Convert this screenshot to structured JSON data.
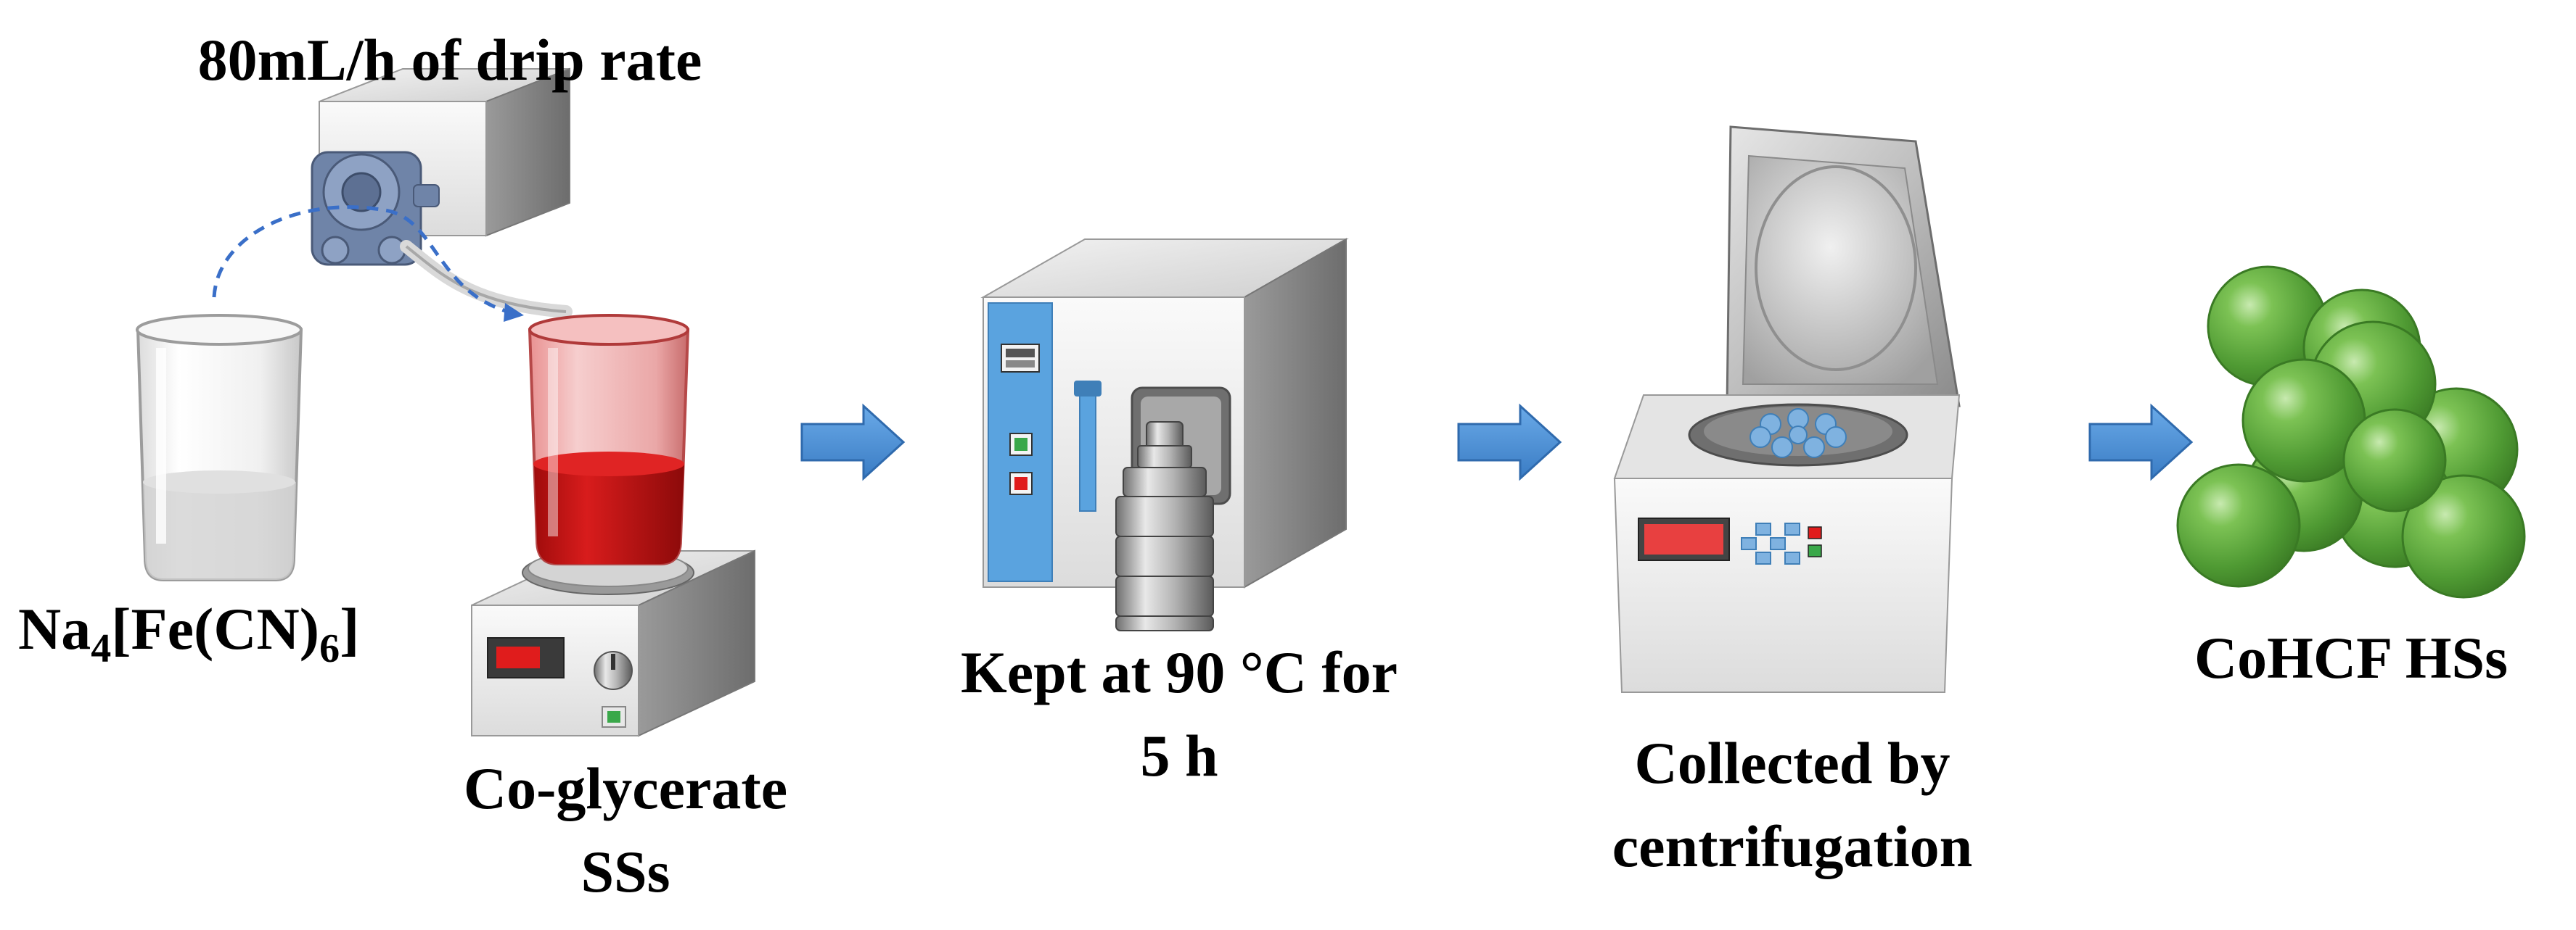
{
  "labels": {
    "drip_rate": "80mL/h of drip rate",
    "precursor": {
      "main": "Na",
      "sub1": "4",
      "mid": "[Fe(CN)",
      "sub2": "6",
      "end": "]"
    },
    "co_glycerate_line1": "Co-glycerate",
    "co_glycerate_line2": "SSs",
    "oven_line1": "Kept at 90 °C for",
    "oven_line2": "5 h",
    "centrifuge_line1": "Collected by",
    "centrifuge_line2": "centrifugation",
    "product": "CoHCF HSs"
  },
  "colors": {
    "arrow": "#4a90d9",
    "red_solution": "#d01818",
    "sphere_green": "#5fa840",
    "oven_blue": "#5aa3df"
  }
}
